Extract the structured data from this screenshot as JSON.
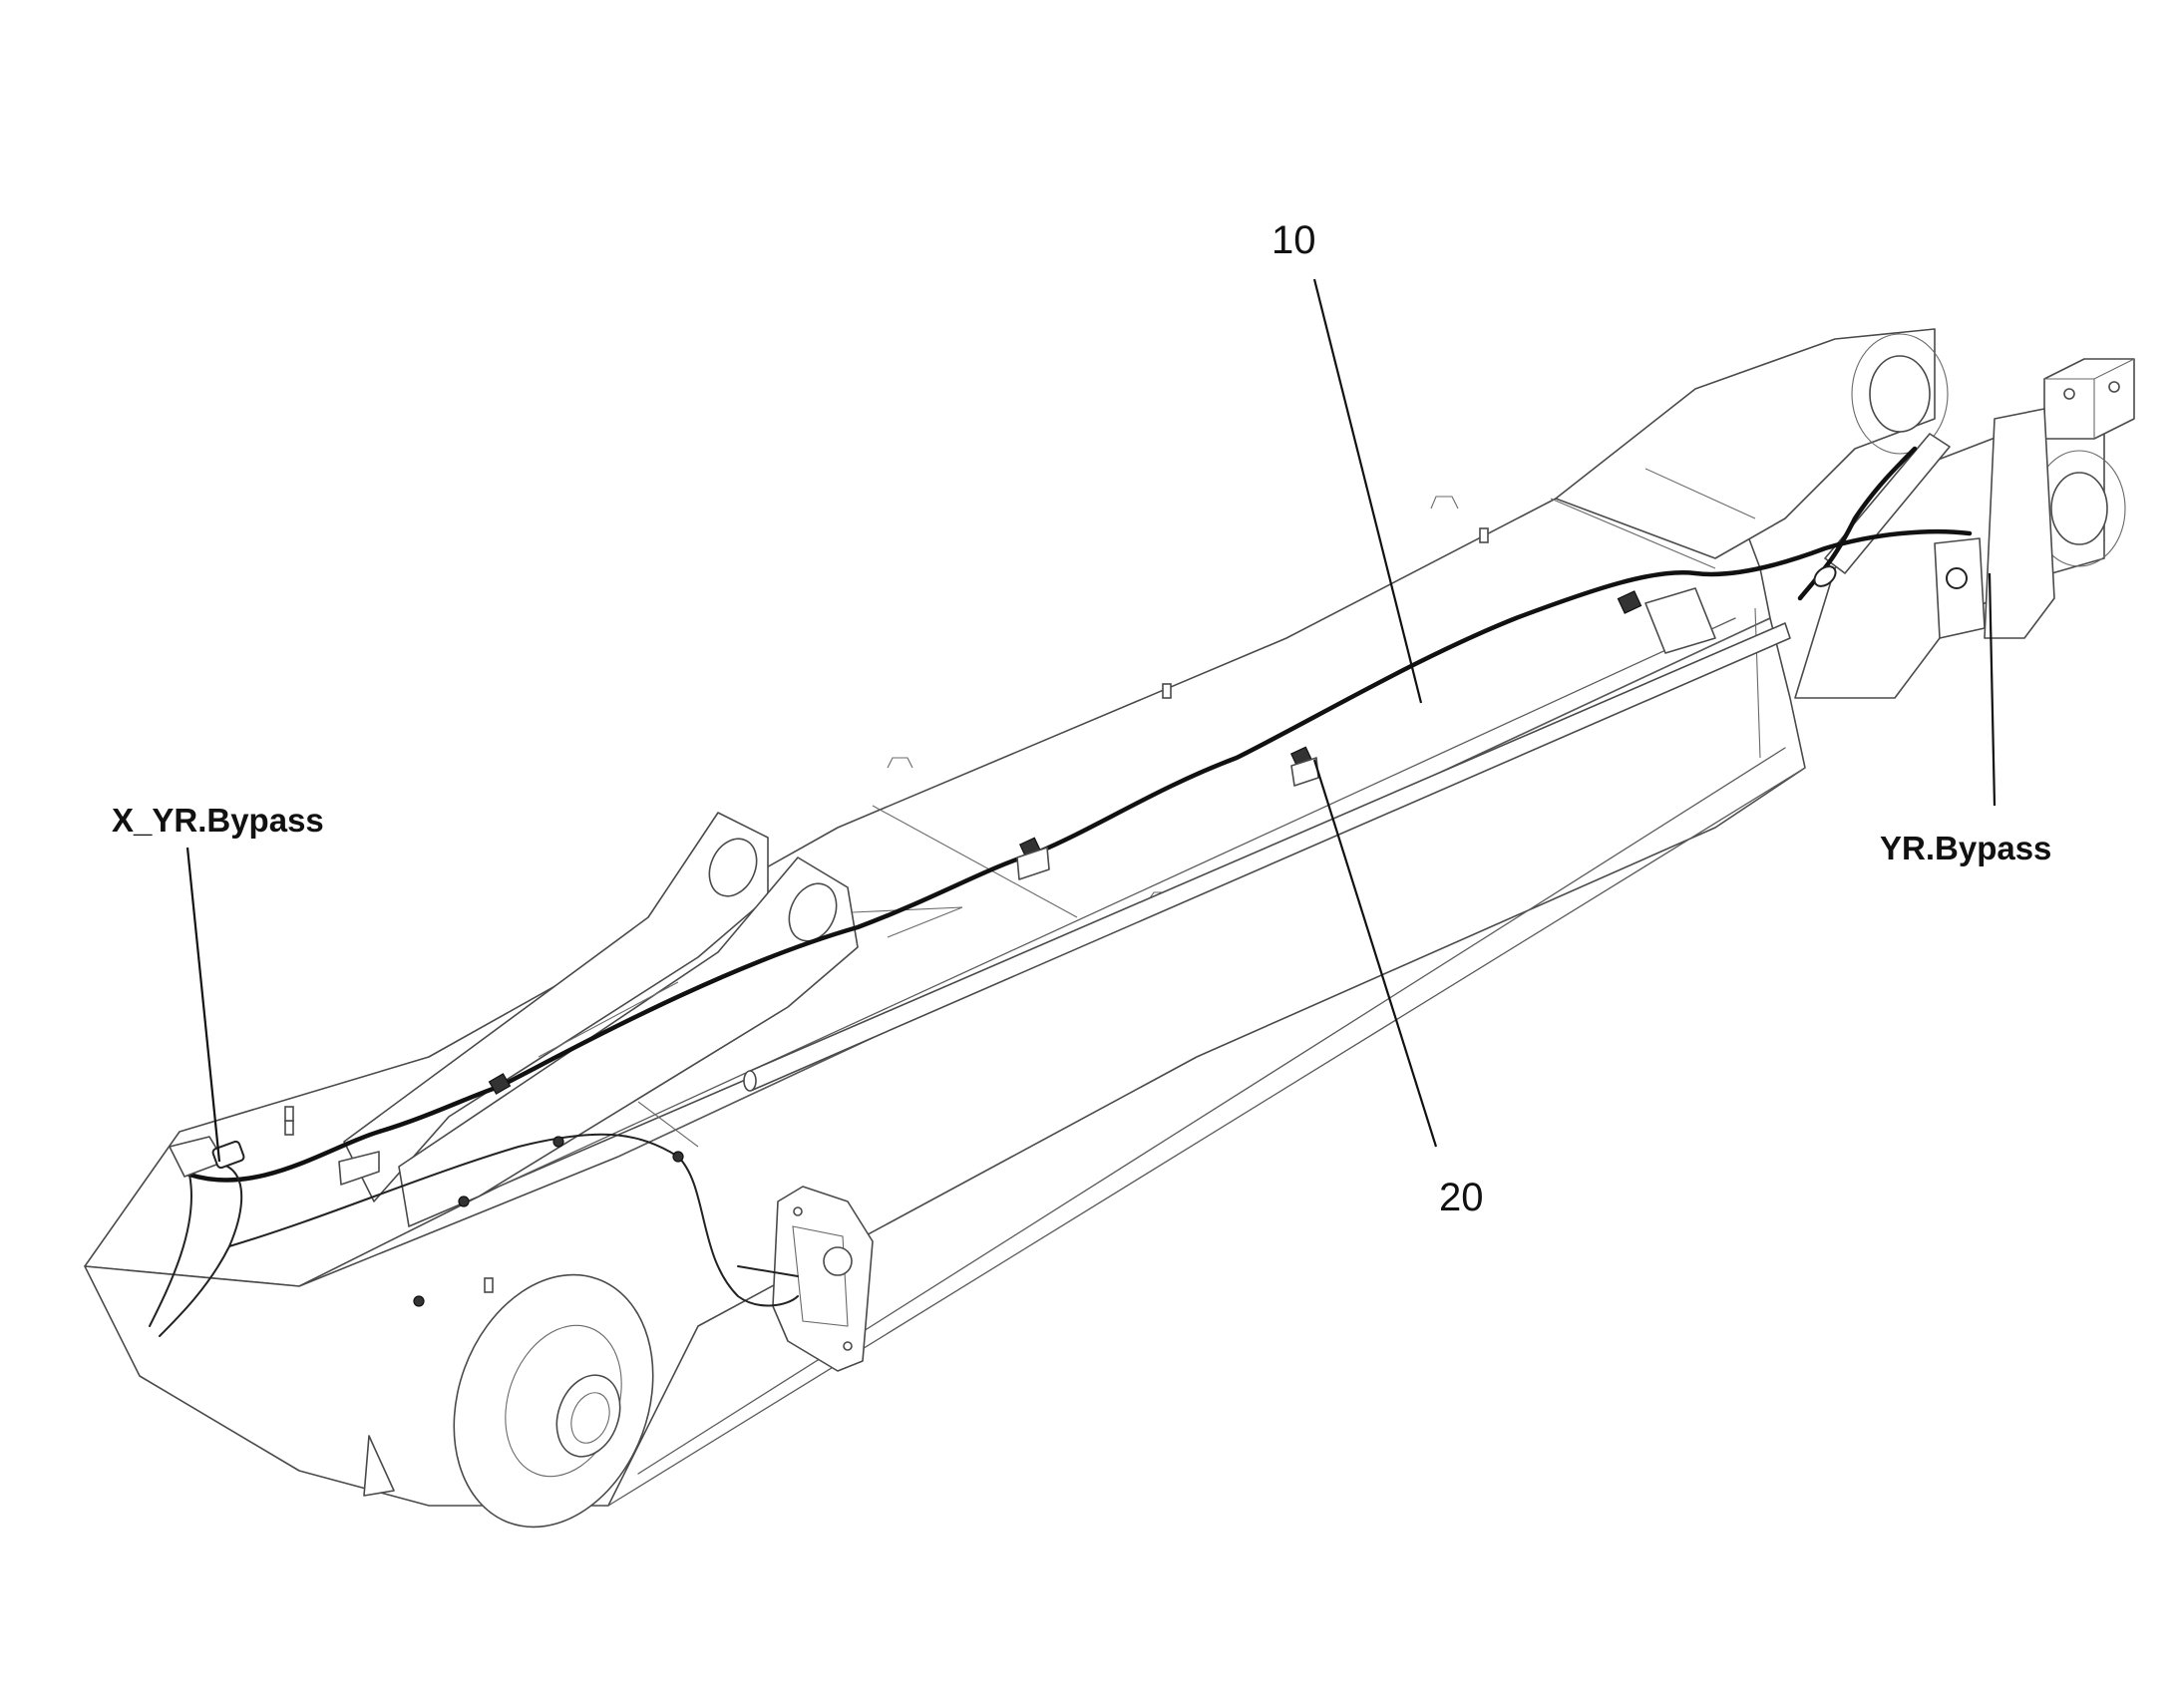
{
  "callouts": {
    "item_10": "10",
    "item_20": "20",
    "connector_left": "X_YR.Bypass",
    "connector_right": "YR.Bypass"
  },
  "colors": {
    "outline": "#4a4a4a",
    "harness": "#111111",
    "background": "#ffffff"
  }
}
